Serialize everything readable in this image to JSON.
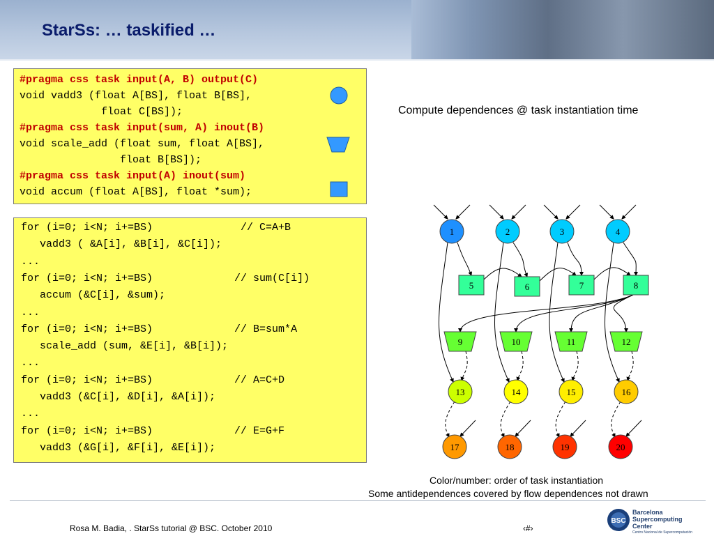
{
  "slide": {
    "title": "StarSs: … taskified …",
    "subtitle_right": "Compute dependences @ task instantiation time",
    "caption_line1": "Color/number: order of task instantiation",
    "caption_line2": "Some antidependences covered by flow dependences not drawn"
  },
  "task_decls": [
    {
      "pragma": "#pragma css task input(A, B) output(C)",
      "sig1": "void vadd3 (float A[BS], float B[BS],",
      "sig2": "             float C[BS]);",
      "shape": "circle-icon"
    },
    {
      "pragma": "#pragma css task input(sum, A) inout(B)",
      "sig1": "void scale_add (float sum, float A[BS],",
      "sig2": "                float B[BS]);",
      "shape": "trapezoid-icon"
    },
    {
      "pragma": "#pragma css task input(A) inout(sum)",
      "sig1": "void accum (float A[BS], float *sum);",
      "shape": "square-icon"
    }
  ],
  "main_code": [
    "for (i=0; i<N; i+=BS)              // C=A+B",
    "   vadd3 ( &A[i], &B[i], &C[i]);",
    "...",
    "for (i=0; i<N; i+=BS)             // sum(C[i])",
    "   accum (&C[i], &sum);",
    "...",
    "for (i=0; i<N; i+=BS)             // B=sum*A",
    "   scale_add (sum, &E[i], &B[i]);",
    "...",
    "for (i=0; i<N; i+=BS)             // A=C+D",
    "   vadd3 (&C[i], &D[i], &A[i]);",
    "...",
    "for (i=0; i<N; i+=BS)             // E=G+F",
    "   vadd3 (&G[i], &F[i], &E[i]);"
  ],
  "graph": {
    "colors": {
      "circle_top_first": "#1e90ff",
      "circle_top": "#00ccff",
      "accum_square": "#33ff99",
      "scale_trap": "#66ff33",
      "yellowish": [
        "#ccff00",
        "#ffff00",
        "#ffee00",
        "#ffcc00"
      ],
      "orange_red": [
        "#ff9900",
        "#ff6600",
        "#ff3300",
        "#ff0000"
      ]
    },
    "nodes": [
      "1",
      "2",
      "3",
      "4",
      "5",
      "6",
      "7",
      "8",
      "9",
      "10",
      "11",
      "12",
      "13",
      "14",
      "15",
      "16",
      "17",
      "18",
      "19",
      "20"
    ]
  },
  "footer": {
    "left": "Rosa M. Badia, . StarSs tutorial @  BSC. October 2010",
    "page": "‹#›",
    "logo_line1": "Barcelona",
    "logo_line2": "Supercomputing",
    "logo_line3": "Center",
    "logo_sub": "Centro Nacional de Supercomputación",
    "logo_mark": "BSC"
  }
}
